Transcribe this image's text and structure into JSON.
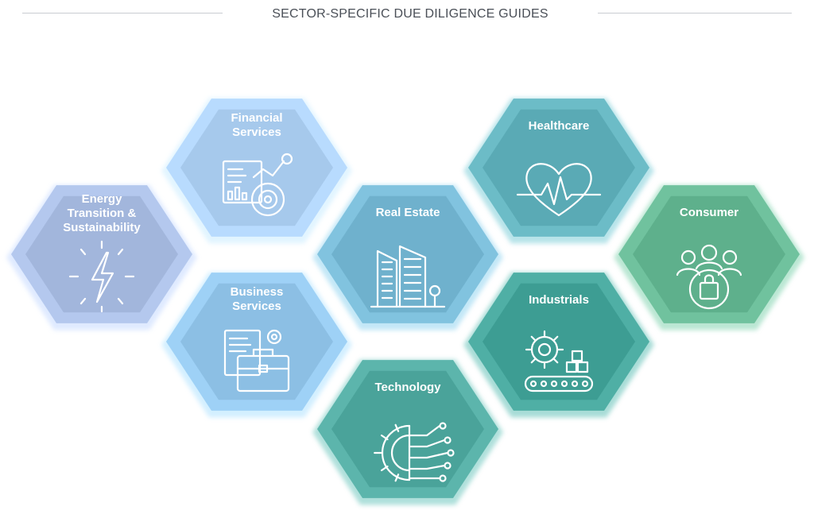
{
  "header": {
    "title": "SECTOR-SPECIFIC DUE DILIGENCE GUIDES"
  },
  "colors": {
    "energy": "#a2b6dc",
    "financial": "#a6c9ec",
    "business": "#8cbfe4",
    "real_estate": "#6fb1cd",
    "technology": "#4aa39a",
    "healthcare": "#5aaab5",
    "industrials": "#3d9d93",
    "consumer": "#5eb08c"
  },
  "sectors": [
    {
      "key": "energy",
      "lines": [
        "Energy",
        "Transition &",
        "Sustainability"
      ],
      "icon": "lightning-bolt-icon"
    },
    {
      "key": "financial",
      "lines": [
        "Financial",
        "Services"
      ],
      "icon": "financial-dashboard-icon"
    },
    {
      "key": "business",
      "lines": [
        "Business",
        "Services"
      ],
      "icon": "briefcase-documents-icon"
    },
    {
      "key": "real_estate",
      "lines": [
        "Real Estate"
      ],
      "icon": "buildings-icon"
    },
    {
      "key": "technology",
      "lines": [
        "Technology"
      ],
      "icon": "circuit-gear-icon"
    },
    {
      "key": "healthcare",
      "lines": [
        "Healthcare"
      ],
      "icon": "heartbeat-icon"
    },
    {
      "key": "industrials",
      "lines": [
        "Industrials"
      ],
      "icon": "gear-conveyor-icon"
    },
    {
      "key": "consumer",
      "lines": [
        "Consumer"
      ],
      "icon": "shopping-people-icon"
    }
  ]
}
